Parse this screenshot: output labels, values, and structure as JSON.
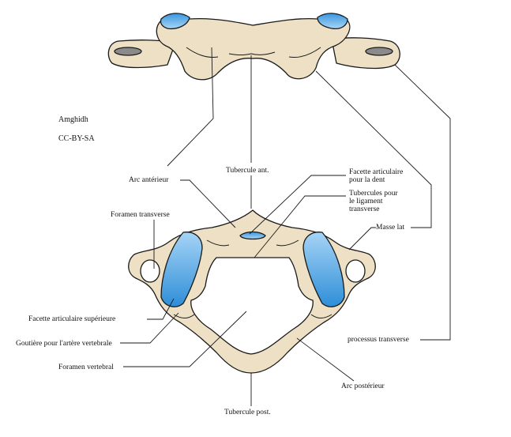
{
  "credits": {
    "author": "Amghidh",
    "license": "CC-BY-SA"
  },
  "labels": {
    "tubercule_ant": "Tubercule ant.",
    "arc_anterieur": "Arc antérieur",
    "facette_dent": "Facette articulaire\npour la dent",
    "tubercules_ligament": "Tubercules pour\nle ligament\ntransverse",
    "foramen_transverse": "Foramen transverse",
    "masse_lat": "Masse lat",
    "facette_superieure": "Facette articulaire supérieure",
    "gouttiere": "Goutière pour l'artère vertebrale",
    "foramen_vertebral": "Foramen vertebral",
    "processus_transverse": "processus transverse",
    "arc_posterieur": "Arc postérieur",
    "tubercule_post": "Tubercule post."
  },
  "colors": {
    "bone": "#ede0c4",
    "outline": "#1a1a1a",
    "facet_light": "#9fd0f5",
    "facet_dark": "#2f8fd8",
    "foramen_gray": "#8a8a8a"
  }
}
